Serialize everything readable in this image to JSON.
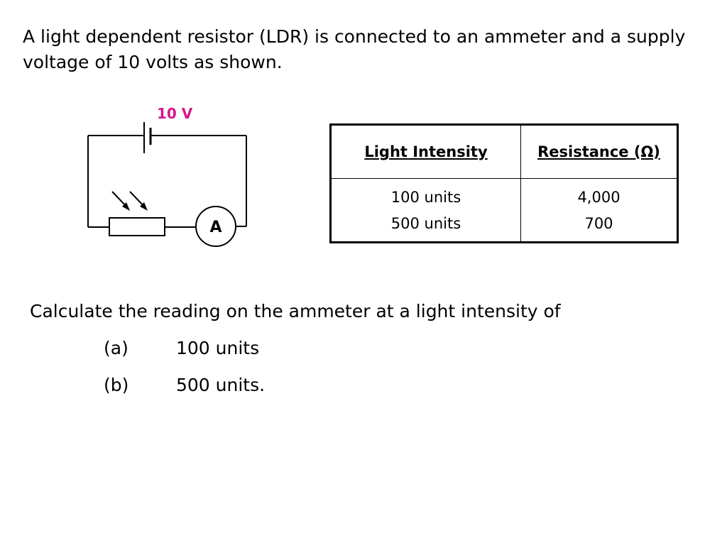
{
  "intro": "A light dependent resistor (LDR) is connected to an ammeter and a supply voltage of 10 volts as shown.",
  "circuit": {
    "voltage_label": "10 V",
    "ammeter_label": "A"
  },
  "table": {
    "headers": [
      "Light Intensity",
      "Resistance (Ω)"
    ],
    "rows": [
      [
        "100 units",
        "4,000"
      ],
      [
        "500 units",
        "700"
      ]
    ]
  },
  "question": {
    "prompt": "Calculate the reading on the ammeter at a light intensity of",
    "parts": [
      {
        "label": "(a)",
        "text": "100 units"
      },
      {
        "label": "(b)",
        "text": "500 units."
      }
    ]
  }
}
